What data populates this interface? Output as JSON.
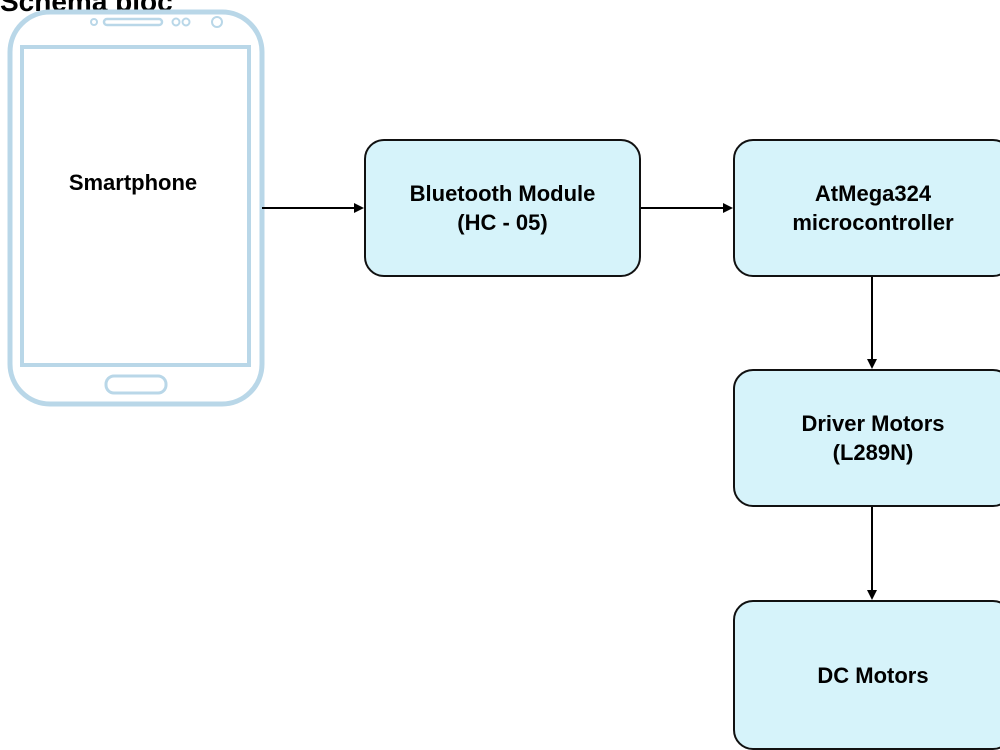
{
  "title": "Schema bloc",
  "smartphone": {
    "label": "Smartphone",
    "icon": "smartphone-icon",
    "outline_color": "#b9d7e8"
  },
  "nodes": {
    "bluetooth": {
      "line1": "Bluetooth Module",
      "line2": "(HC - 05)"
    },
    "microcontroller": {
      "line1": "AtMega324",
      "line2": "microcontroller"
    },
    "driver": {
      "line1": "Driver Motors",
      "line2": "(L289N)"
    },
    "dc_motors": {
      "line1": "DC Motors"
    }
  },
  "colors": {
    "node_fill": "#d6f3fa",
    "node_border": "#111111",
    "arrow": "#000000"
  },
  "edges": [
    {
      "from": "smartphone",
      "to": "bluetooth"
    },
    {
      "from": "bluetooth",
      "to": "microcontroller"
    },
    {
      "from": "microcontroller",
      "to": "driver"
    },
    {
      "from": "driver",
      "to": "dc_motors"
    }
  ]
}
